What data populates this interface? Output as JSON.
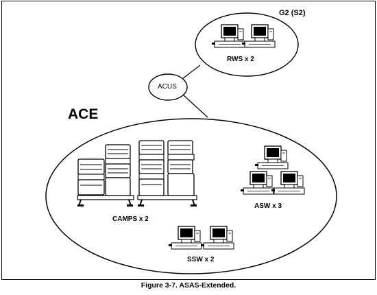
{
  "figure": {
    "caption": "Figure 3-7. ASAS-Extended."
  },
  "labels": {
    "g2": "G2 (S2)",
    "rws": "RWS x 2",
    "acus": "ACUS",
    "ace": "ACE",
    "camps": "CAMPS x 2",
    "asw": "ASW x 3",
    "ssw": "SSW x 2"
  },
  "icons": {
    "workstation": "computer-workstation-icon",
    "rack": "equipment-rack-icon"
  }
}
